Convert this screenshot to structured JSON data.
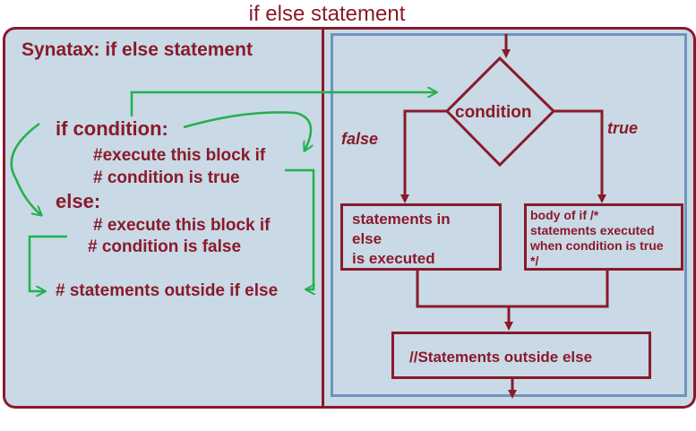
{
  "title": "if else statement",
  "left": {
    "heading": "Synatax: if else statement",
    "lines": [
      "if condition:",
      "#execute this block if",
      "# condition is true",
      "else:",
      "# execute this block if",
      "# condition is false",
      "# statements outside if else"
    ]
  },
  "flowchart": {
    "condition": "condition",
    "false_label": "false",
    "true_label": "true",
    "else_box": [
      "statements in",
      "else",
      "is executed"
    ],
    "if_box": [
      "body of if /*",
      "statements executed",
      "when condition is true",
      "*/"
    ],
    "outside_box": "//Statements outside else"
  },
  "colors": {
    "maroon": "#8a1a2a",
    "green": "#22b14c",
    "panel_bg": "#c9d9e6",
    "inner_border": "#6e95bc"
  }
}
